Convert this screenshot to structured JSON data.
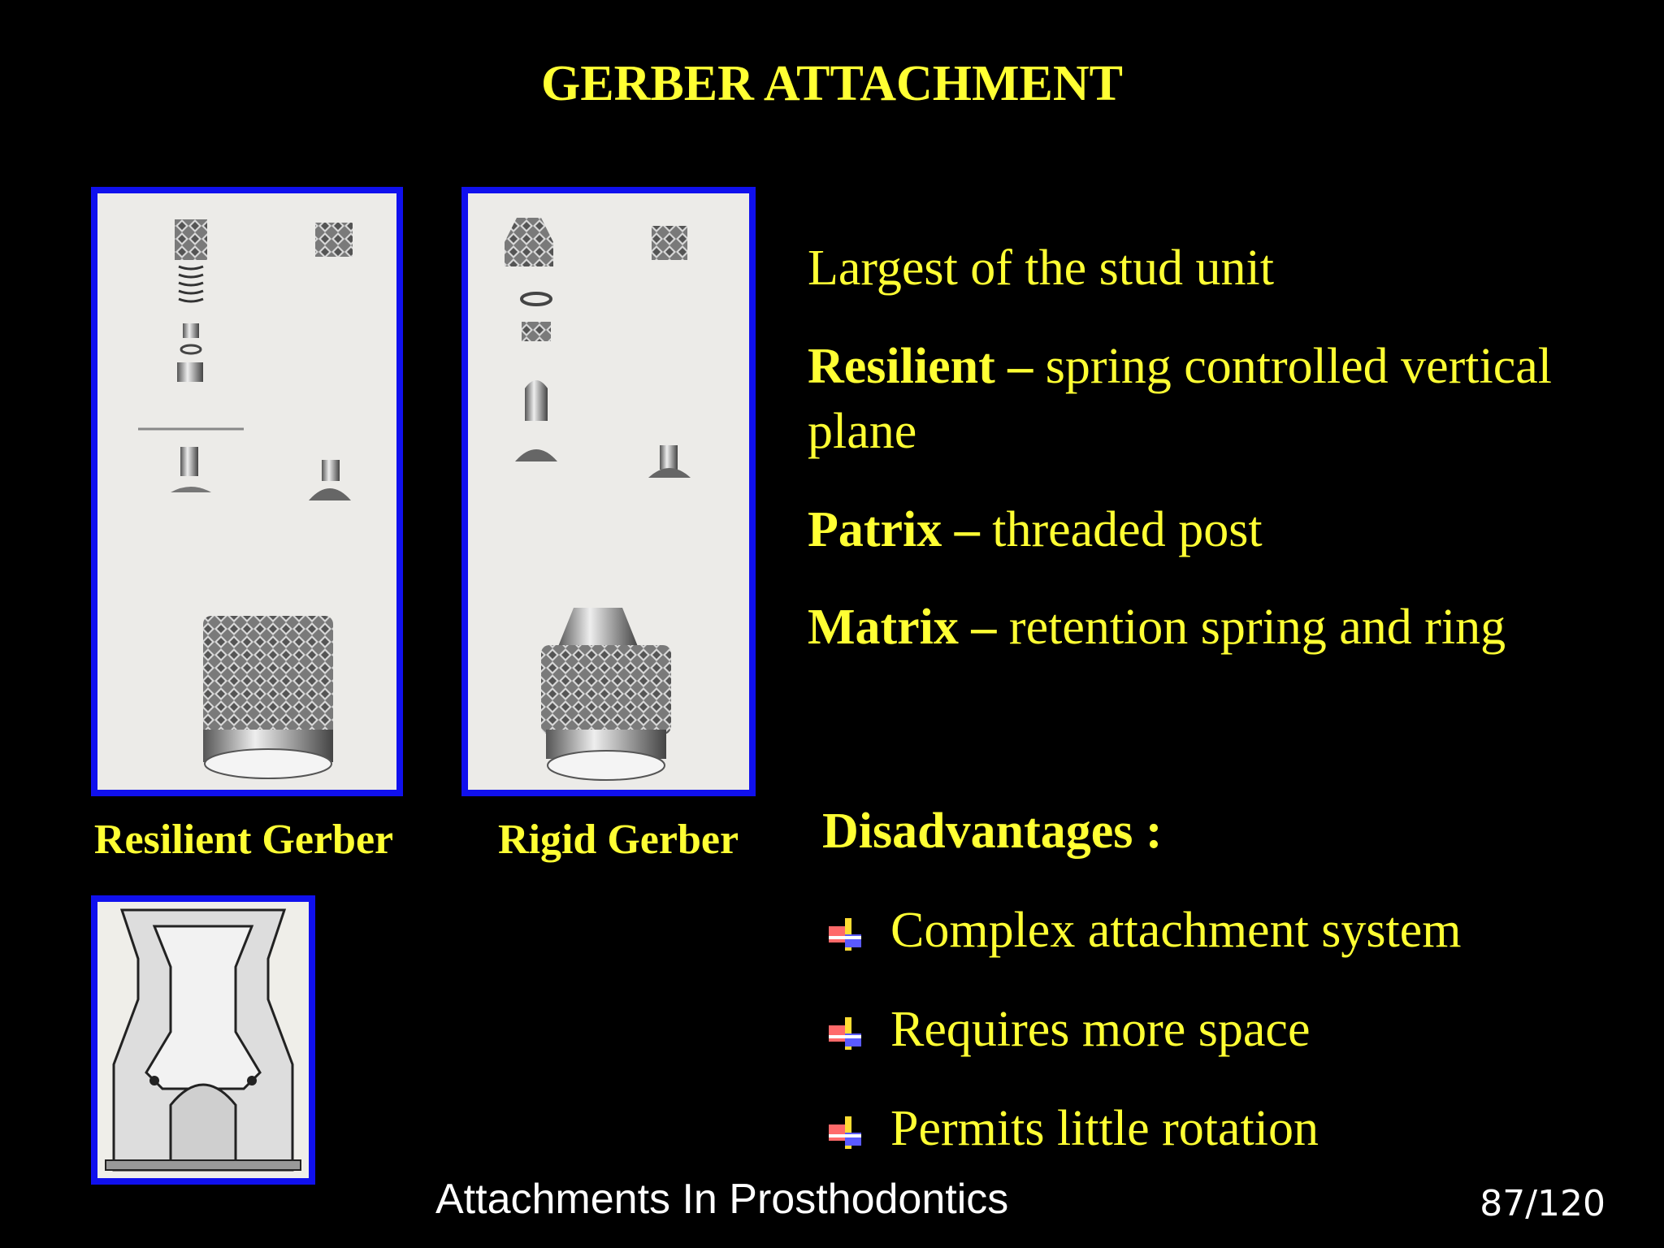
{
  "slide": {
    "title": "GERBER ATTACHMENT",
    "figures": {
      "resilient_caption": "Resilient Gerber",
      "rigid_caption": "Rigid Gerber"
    },
    "points": [
      {
        "bold": "",
        "text": "Largest of the stud unit"
      },
      {
        "bold": "Resilient –",
        "text": " spring controlled vertical plane"
      },
      {
        "bold": "Patrix –",
        "text": " threaded post"
      },
      {
        "bold": "Matrix –",
        "text": " retention spring and ring"
      }
    ],
    "disadvantages": {
      "heading": "Disadvantages :",
      "items": [
        "Complex attachment system",
        "Requires more space",
        "Permits little rotation"
      ]
    },
    "footer": "Attachments In Prosthodontics",
    "page": "87/120"
  },
  "colors": {
    "text": "#ffff33",
    "frame": "#1010ee",
    "background": "#000000"
  }
}
